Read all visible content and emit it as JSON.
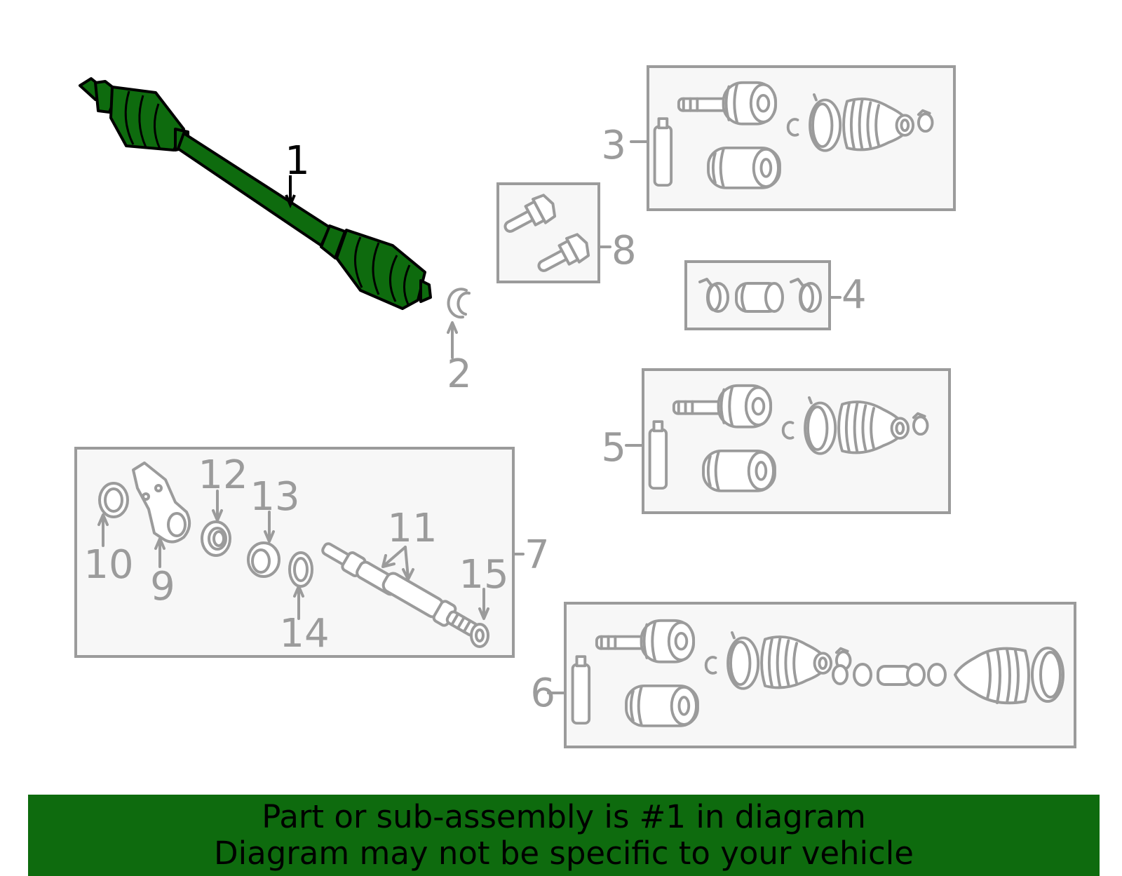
{
  "diagram": {
    "highlighted_part": "1",
    "callouts": [
      "1",
      "2",
      "3",
      "4",
      "5",
      "6",
      "7",
      "8",
      "9",
      "10",
      "11",
      "12",
      "13",
      "14",
      "15"
    ]
  },
  "banner": {
    "line1": "Part or sub-assembly is #1 in diagram",
    "line2": "Diagram may not be specific to your vehicle"
  },
  "colors": {
    "highlight": "#0e6b0e",
    "banner": "#0e6b0e",
    "parts": "#9b9b9b",
    "kit_box_fill": "#f7f7f7"
  }
}
